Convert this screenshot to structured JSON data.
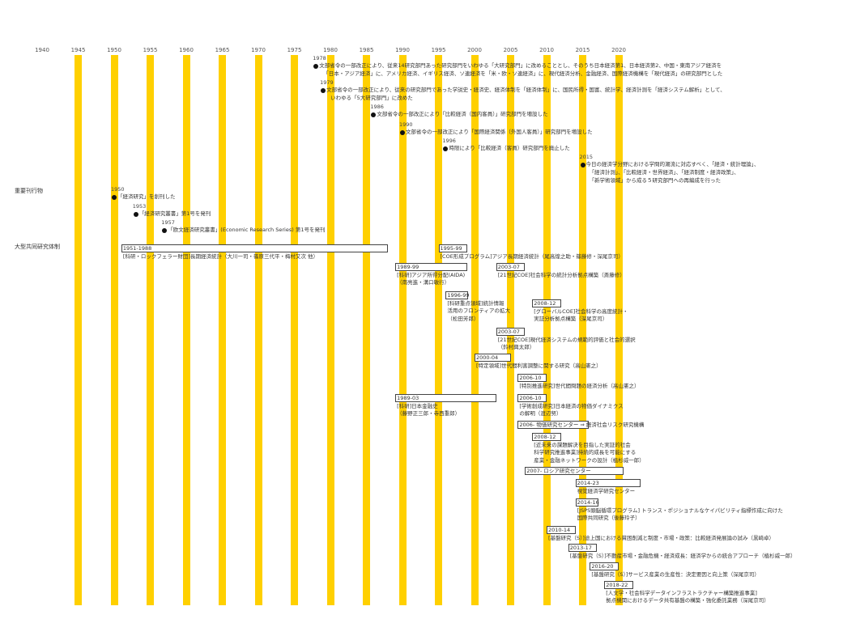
{
  "timeline": {
    "years": [
      "1940",
      "1945",
      "1950",
      "1955",
      "1960",
      "1965",
      "1970",
      "1975",
      "1980",
      "1985",
      "1990",
      "1995",
      "2000",
      "2005",
      "2010",
      "2015",
      "2020"
    ],
    "accent_color": "#ffd000"
  },
  "categories": [
    {
      "label": "重要刊行物",
      "id": "publications"
    },
    {
      "label": "大型共同研究体制",
      "id": "joint-research"
    }
  ],
  "events": [
    {
      "year_label": "1978",
      "year": 1978,
      "lines": [
        "文部省令の一部改正により、従来14研究部門あった研究部門をいわゆる「大研究部門」に改めることとし、そのうち日本経済第1、日本経済第2、中国・東南アジア経済を",
        "「日本・アジア経済」に、アメリカ経済、イギリス経済、ソ連経済を「米・欧・ソ連経済」に、現代経済分析、金融経済、国際経済機構を「現代経済」の研究部門とした"
      ]
    },
    {
      "year_label": "1979",
      "year": 1979,
      "lines": [
        "文部省令の一部改正により、従来の研究部門であった学説史・経済史、経済体制を「経済体制」に、国民所得・国富、統計学、経済計測を「経済システム解析」として、",
        "いわゆる「5大研究部門」に改めた"
      ]
    },
    {
      "year_label": "1986",
      "year": 1986,
      "lines": [
        "文部省令の一部改正により「比較経済（国内客員）」研究部門を増設した"
      ]
    },
    {
      "year_label": "1990",
      "year": 1990,
      "lines": [
        "文部省令の一部改正により「国際経済関係（外国人客員）」研究部門を増設した"
      ]
    },
    {
      "year_label": "1996",
      "year": 1996,
      "lines": [
        "時限により「比較経済（客員）研究部門を廃止した"
      ]
    },
    {
      "year_label": "2015",
      "year": 2015,
      "lines": [
        "今日の経済学分野における学問的潮流に対応すべく、「経済・統計理論」、",
        "「経済計測」、「比較経済・世界経済」、「経済制度・経済政策」、",
        "「新学術領域」から成る５研究部門への再編成を行った"
      ]
    }
  ],
  "publications": [
    {
      "year_label": "1950",
      "year": 1950,
      "text": "「経済研究」を創刊した"
    },
    {
      "year_label": "1953",
      "year": 1953,
      "text": "「経済研究叢書」第1号を発刊"
    },
    {
      "year_label": "1957",
      "year": 1957,
      "text": "「欧文経済研究叢書」(Economic Research Series) 第1号を発刊"
    }
  ],
  "projects": [
    {
      "period": "1951-1988",
      "start": 1951,
      "end": 1988,
      "lines": [
        "[科研・ロックフェラー財団]長期経済統計（大川一司・篠原三代平・梅村又次 他）"
      ]
    },
    {
      "period": "1995-99",
      "start": 1995,
      "end": 1999,
      "lines": [
        "[COE形成プログラム]アジア長期経済統計（尾高煌之助・篠藤修・深尾京司）"
      ]
    },
    {
      "period": "1989-99",
      "start": 1989,
      "end": 1999,
      "lines": [
        "[科研]アジア所得分配(AIDA)",
        "（南亮進・溝口敏行）"
      ]
    },
    {
      "period": "2003-07",
      "start": 2003,
      "end": 2007,
      "lines": [
        "[21世紀COE]社会科学の統計分析拠点構築（斎藤修）"
      ]
    },
    {
      "period": "1996-99",
      "start": 1996,
      "end": 1999,
      "lines": [
        "[科研重点領域]統計情報",
        "活用のフロンティアの拡大",
        "（松田芳郎）"
      ]
    },
    {
      "period": "2008-12",
      "start": 2008,
      "end": 2012,
      "lines": [
        "[グローバルCOE]社会科学の高度統計・",
        "実証分析拠点構築（深尾京司）"
      ]
    },
    {
      "period": "2003-07",
      "start": 2003,
      "end": 2007,
      "lines": [
        "[21世紀COE]現代経済システムの規範的評価と社会的選択",
        "（鈴村興太郎）"
      ]
    },
    {
      "period": "2000-04",
      "start": 2000,
      "end": 2005,
      "lines": [
        "[特定領域]世代間利害調整に関する研究（高山憲之）"
      ]
    },
    {
      "period": "2006-10",
      "start": 2006,
      "end": 2010,
      "lines": [
        "[特別推進研究]世代間問題の経済分析（高山憲之）"
      ]
    },
    {
      "period": "1989-03",
      "start": 1989,
      "end": 2003,
      "lines": [
        "[科研]日本金融史",
        "（藤野正三郎・寺西重郎）"
      ]
    },
    {
      "period": "2006-10",
      "start": 2006,
      "end": 2010,
      "lines": [
        "[学術創成研究]日本経済の物価ダイナミクス",
        "の解明（渡辺努）"
      ]
    },
    {
      "period": "2006- 物価研究センター ⇒ 経済社会リスク研究機構",
      "start": 2006,
      "end": 2016,
      "lines": []
    },
    {
      "period": "2008-12",
      "start": 2008,
      "end": 2012,
      "lines": [
        "[近未来の課題解決を目指した実証的社会",
        "科学研究推進事業]持続的成長を可能にする",
        "産業・金融ネットワークの設計（植杉威一郎）"
      ]
    },
    {
      "period": "2007- ロシア研究センター",
      "start": 2007,
      "end": 2015,
      "lines": []
    },
    {
      "period": "2014-23",
      "start": 2014,
      "end": 2023,
      "lines": [
        "視覚経済学研究センター"
      ]
    },
    {
      "period": "2014-16",
      "start": 2014,
      "end": 2017,
      "lines": [
        "[JSPS頭脳循環プログラム] トランス・ポジショナルなケイパビリティ指標作成に向けた",
        "国際共同研究（後藤玲子）"
      ]
    },
    {
      "period": "2010-14",
      "start": 2010,
      "end": 2014,
      "lines": [
        "[基盤研究（S）]途上国における貧困削減と制度・市場・政策：比較経済発展論の試み（黒崎卓）"
      ]
    },
    {
      "period": "2013-17",
      "start": 2013,
      "end": 2017,
      "lines": [
        "[基盤研究（S）]不動産市場・金融危機・経済成長：経済学からの統合アプローチ（植杉威一郎）"
      ]
    },
    {
      "period": "2016-20",
      "start": 2016,
      "end": 2020,
      "lines": [
        "[基盤研究（S）]サービス産業の生産性：決定要因と向上策（深尾京司）"
      ]
    },
    {
      "period": "2018-22",
      "start": 2018,
      "end": 2022,
      "lines": [
        "[人文学・社会科学データインフラストラクチャー構築推進事業]",
        "拠点機関におけるデータ共有基盤の構築・強化委託業務（深尾京司）"
      ]
    }
  ]
}
